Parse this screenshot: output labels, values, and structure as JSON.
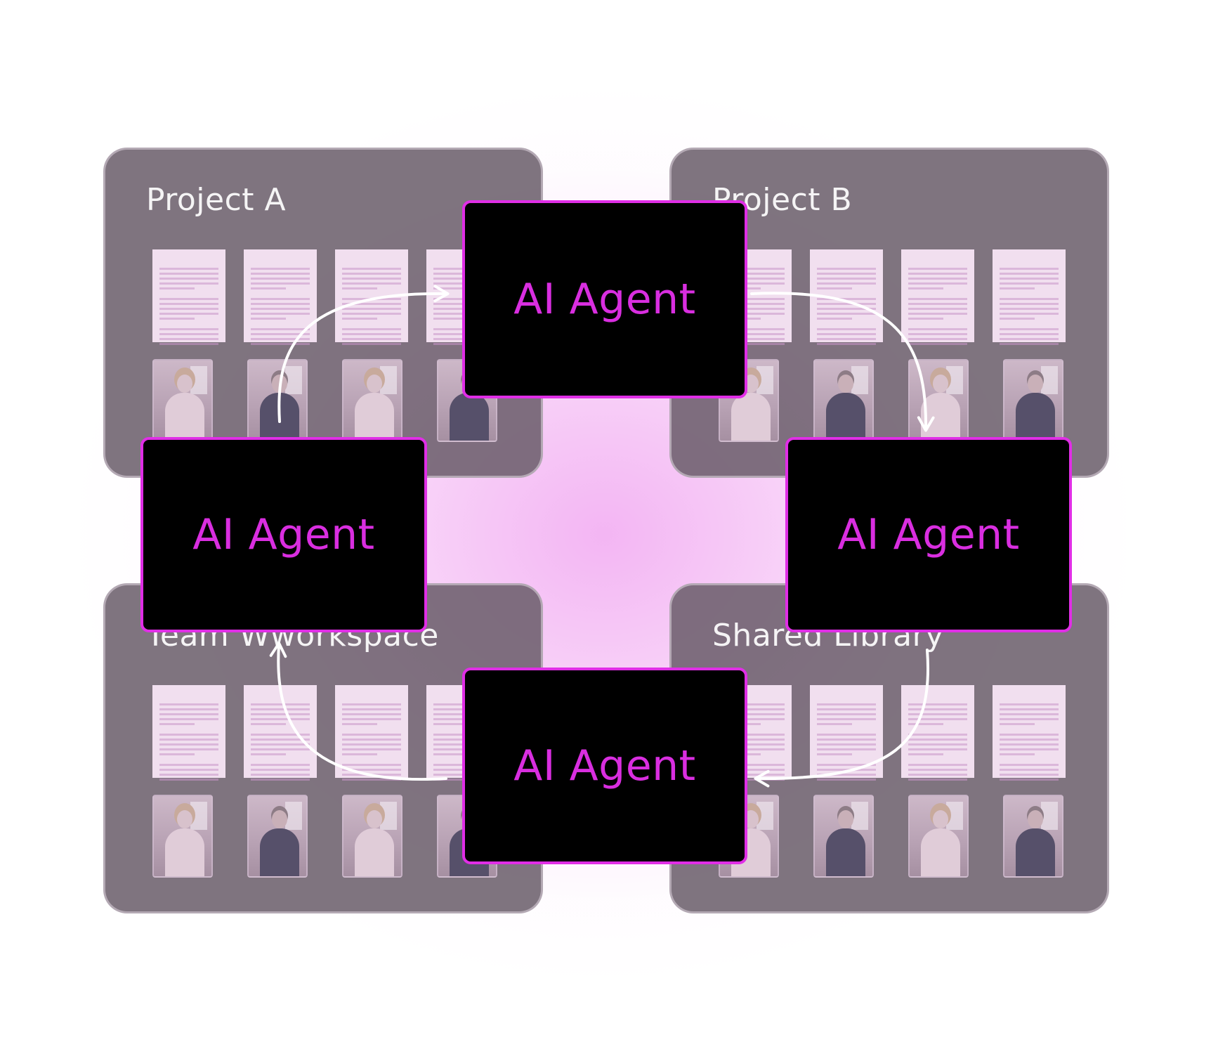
{
  "workspaces": [
    {
      "title": "Project A"
    },
    {
      "title": "Project B"
    },
    {
      "title": "Team Wworkspace"
    },
    {
      "title": "Shared Library"
    }
  ],
  "agents": [
    {
      "label": "AI Agent"
    },
    {
      "label": "AI Agent"
    },
    {
      "label": "AI Agent"
    },
    {
      "label": "AI Agent"
    }
  ],
  "colors": {
    "accent": "#e02ee6",
    "agent_background": "#000000",
    "panel_background": "#685c68",
    "glow": "#ee96ee",
    "arrow": "#ffffff"
  },
  "icons": {
    "document": "document-page-icon",
    "photo": "person-photo-thumbnail"
  }
}
